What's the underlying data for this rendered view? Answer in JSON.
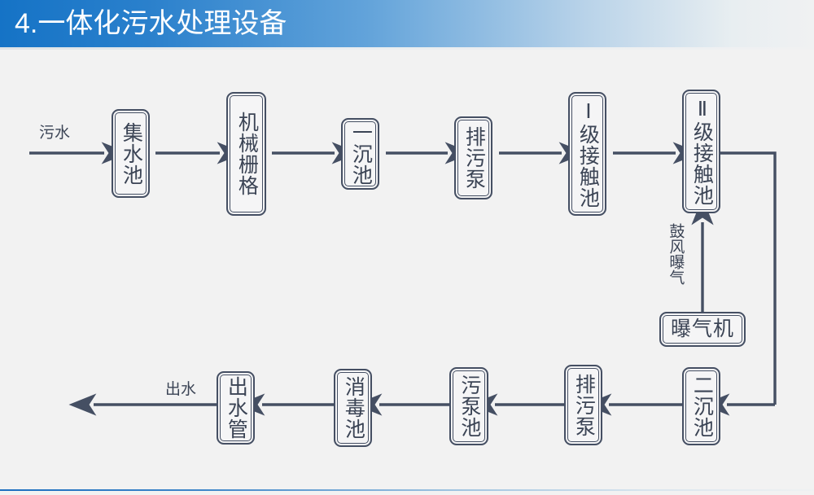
{
  "header": {
    "title": "4.一体化污水处理设备",
    "accent_color": "#1573c6",
    "text_color": "#ffffff"
  },
  "diagram": {
    "type": "process-flow",
    "line_color": "#454f63",
    "box_fill": "#f5f5f6",
    "background": "#f2f2f2",
    "inlet_label": "污水",
    "outlet_label": "出水",
    "aeration_label": "鼓风曝气",
    "top_row": [
      {
        "name": "collection-tank",
        "label": "集水池",
        "orientation": "vertical"
      },
      {
        "name": "mechanical-grid",
        "label": "机械栅格",
        "orientation": "vertical"
      },
      {
        "name": "primary-sedimentation-tank",
        "label": "一沉池",
        "orientation": "vertical"
      },
      {
        "name": "sewage-pump",
        "label": "排污泵",
        "orientation": "vertical"
      },
      {
        "name": "contact-tank-1",
        "label": "Ⅰ级接触池",
        "orientation": "vertical"
      },
      {
        "name": "contact-tank-2",
        "label": "Ⅱ级接触池",
        "orientation": "vertical"
      }
    ],
    "aerator": {
      "name": "aerator",
      "label": "曝气机",
      "orientation": "horizontal"
    },
    "bottom_row": [
      {
        "name": "effluent-pipe",
        "label": "出水管",
        "orientation": "vertical"
      },
      {
        "name": "disinfection-tank",
        "label": "消毒池",
        "orientation": "vertical"
      },
      {
        "name": "sludge-pump-tank",
        "label": "污泵池",
        "orientation": "vertical"
      },
      {
        "name": "sewage-pump-2",
        "label": "排污泵",
        "orientation": "vertical"
      },
      {
        "name": "secondary-sedimentation-tank",
        "label": "二沉池",
        "orientation": "vertical"
      }
    ]
  }
}
